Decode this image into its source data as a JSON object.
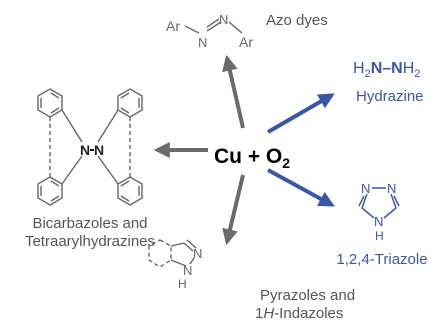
{
  "center": {
    "text": "Cu + O",
    "subscript": "2"
  },
  "products": {
    "azo": {
      "label": "Azo dyes",
      "atoms": {
        "ar_left": "Ar",
        "n1": "N",
        "n2": "N",
        "ar_right": "Ar"
      }
    },
    "hydrazine": {
      "label": "Hydrazine",
      "atoms": {
        "h2_left": "H",
        "h2_left_sub": "2",
        "n_left": "N",
        "n_right": "N",
        "h2_right": "H",
        "h2_right_sub": "2"
      }
    },
    "bicarbazole": {
      "label_line1": "Bicarbazoles and",
      "label_line2": "Tetraarylhydrazines",
      "atoms": {
        "n_left": "N",
        "n_right": "N"
      }
    },
    "triazole": {
      "label": "1,2,4-Triazole",
      "atoms": {
        "n_top_left": "N",
        "n_top_right": "N",
        "n_bottom": "N",
        "h": "H"
      }
    },
    "pyrazole": {
      "label_line1": "Pyrazoles and",
      "label_line2_prefix": "1",
      "label_line2_italic": "H",
      "label_line2_suffix": "-Indazoles",
      "atoms": {
        "n_top": "N",
        "n_bottom": "N",
        "h": "H"
      }
    }
  },
  "colors": {
    "gray": "#6b6b6b",
    "blue": "#3a56a6",
    "black": "#000000"
  }
}
